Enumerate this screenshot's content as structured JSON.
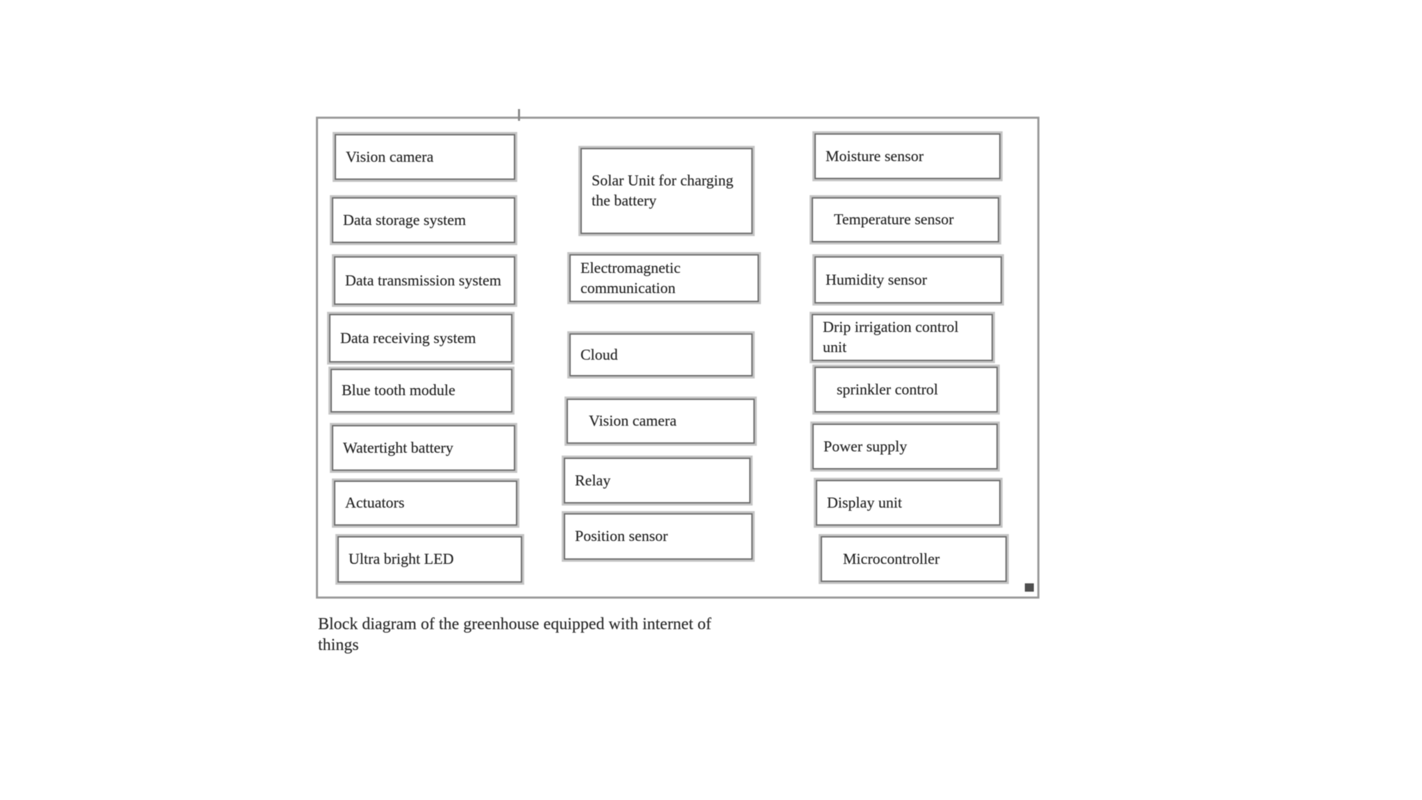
{
  "page": {
    "background_color": "#ffffff",
    "frame_border_color": "#9a9a9a",
    "box_border_color": "#6f6f6f",
    "box_outer_line_color": "#c6c6c6",
    "text_color": "#262626"
  },
  "diagram": {
    "columns": [
      {
        "name": "left",
        "boxes": [
          {
            "label": "Vision camera"
          },
          {
            "label": "Data storage system"
          },
          {
            "label": "Data transmission system"
          },
          {
            "label": "Data receiving system"
          },
          {
            "label": "Blue tooth module"
          },
          {
            "label": "Watertight battery"
          },
          {
            "label": "Actuators"
          },
          {
            "label": "Ultra bright LED"
          }
        ]
      },
      {
        "name": "middle",
        "boxes": [
          {
            "label": "Solar Unit for charging the battery"
          },
          {
            "label": "Electromagnetic communication"
          },
          {
            "label": "Cloud"
          },
          {
            "label": "Vision camera"
          },
          {
            "label": "Relay"
          },
          {
            "label": "Position sensor"
          }
        ]
      },
      {
        "name": "right",
        "boxes": [
          {
            "label": "Moisture sensor"
          },
          {
            "label": "Temperature sensor"
          },
          {
            "label": "Humidity sensor"
          },
          {
            "label": "Drip irrigation control unit"
          },
          {
            "label": "sprinkler control"
          },
          {
            "label": "Power supply"
          },
          {
            "label": "Display unit"
          },
          {
            "label": "Microcontroller"
          }
        ]
      }
    ],
    "caption": {
      "line1": "Block diagram of the greenhouse equipped with internet of",
      "line2": "things"
    }
  }
}
